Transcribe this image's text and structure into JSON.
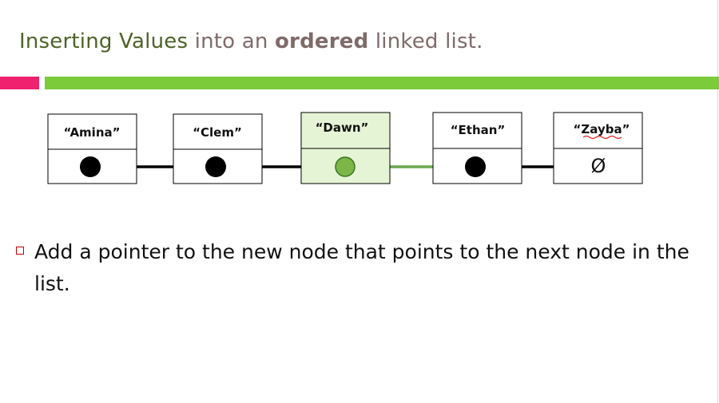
{
  "slide": {
    "title": {
      "part1": "Inserting Values",
      "part2": " into an ",
      "part3": "ordered",
      "part4": " linked list."
    },
    "colors": {
      "title_green": "#4f6228",
      "accent_pink": "#f0216e",
      "accent_green": "#7ccb3a",
      "new_node_fill": "#e6f4d6",
      "new_pointer": "#6aa84f",
      "bullet_marker": "#c00000"
    },
    "bullet": {
      "marker_icon": "hollow-square-bullet-icon",
      "text": "Add a pointer to the new node that points to the next node in the list."
    }
  },
  "diagram": {
    "nodes": [
      {
        "label": "“Amina”",
        "pointer": "next",
        "is_new": false
      },
      {
        "label": "“Clem”",
        "pointer": "next",
        "is_new": false
      },
      {
        "label": "“Dawn”",
        "pointer": "next",
        "is_new": true
      },
      {
        "label": "“Ethan”",
        "pointer": "next",
        "is_new": false
      },
      {
        "label": "“Zayba”",
        "pointer": "null",
        "is_new": false
      }
    ],
    "null_symbol": "Ø",
    "links": [
      {
        "from": "“Amina”",
        "to": "“Clem”",
        "highlighted": false
      },
      {
        "from": "“Clem”",
        "to": "“Dawn”",
        "highlighted": false
      },
      {
        "from": "“Dawn”",
        "to": "“Ethan”",
        "highlighted": true
      },
      {
        "from": "“Ethan”",
        "to": "“Zayba”",
        "highlighted": false
      }
    ]
  }
}
